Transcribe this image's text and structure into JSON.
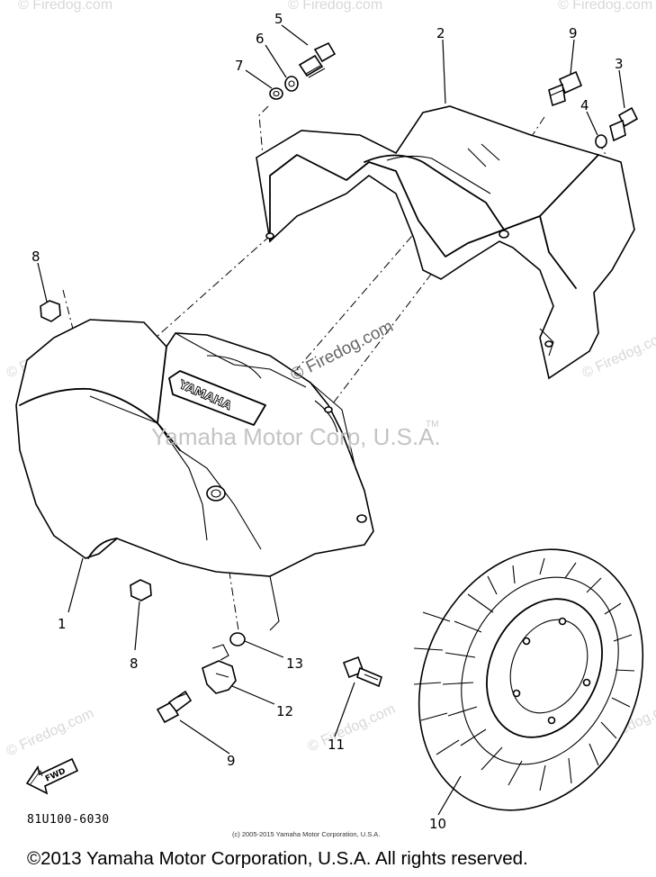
{
  "watermarks": {
    "center_site": "© Firedog.com",
    "center_owner": "Yamaha Motor Corp, U.S.A.",
    "tm": "TM",
    "tile": "© Firedog.com"
  },
  "diagram": {
    "fwd_badge": "FWD",
    "logo_text": "YAMAHA",
    "code": "81U100-6030",
    "small_credit": "(c) 2005-2015 Yamaha Motor Corporation, U.S.A.",
    "callouts": {
      "c1": "1",
      "c2": "2",
      "c3": "3",
      "c4": "4",
      "c5": "5",
      "c6": "6",
      "c7": "7",
      "c8a": "8",
      "c8b": "8",
      "c9a": "9",
      "c9b": "9",
      "c10": "10",
      "c11": "11",
      "c12": "12",
      "c13": "13"
    }
  },
  "footer": {
    "copyright": "©2013 Yamaha Motor Corporation, U.S.A. All rights reserved."
  }
}
